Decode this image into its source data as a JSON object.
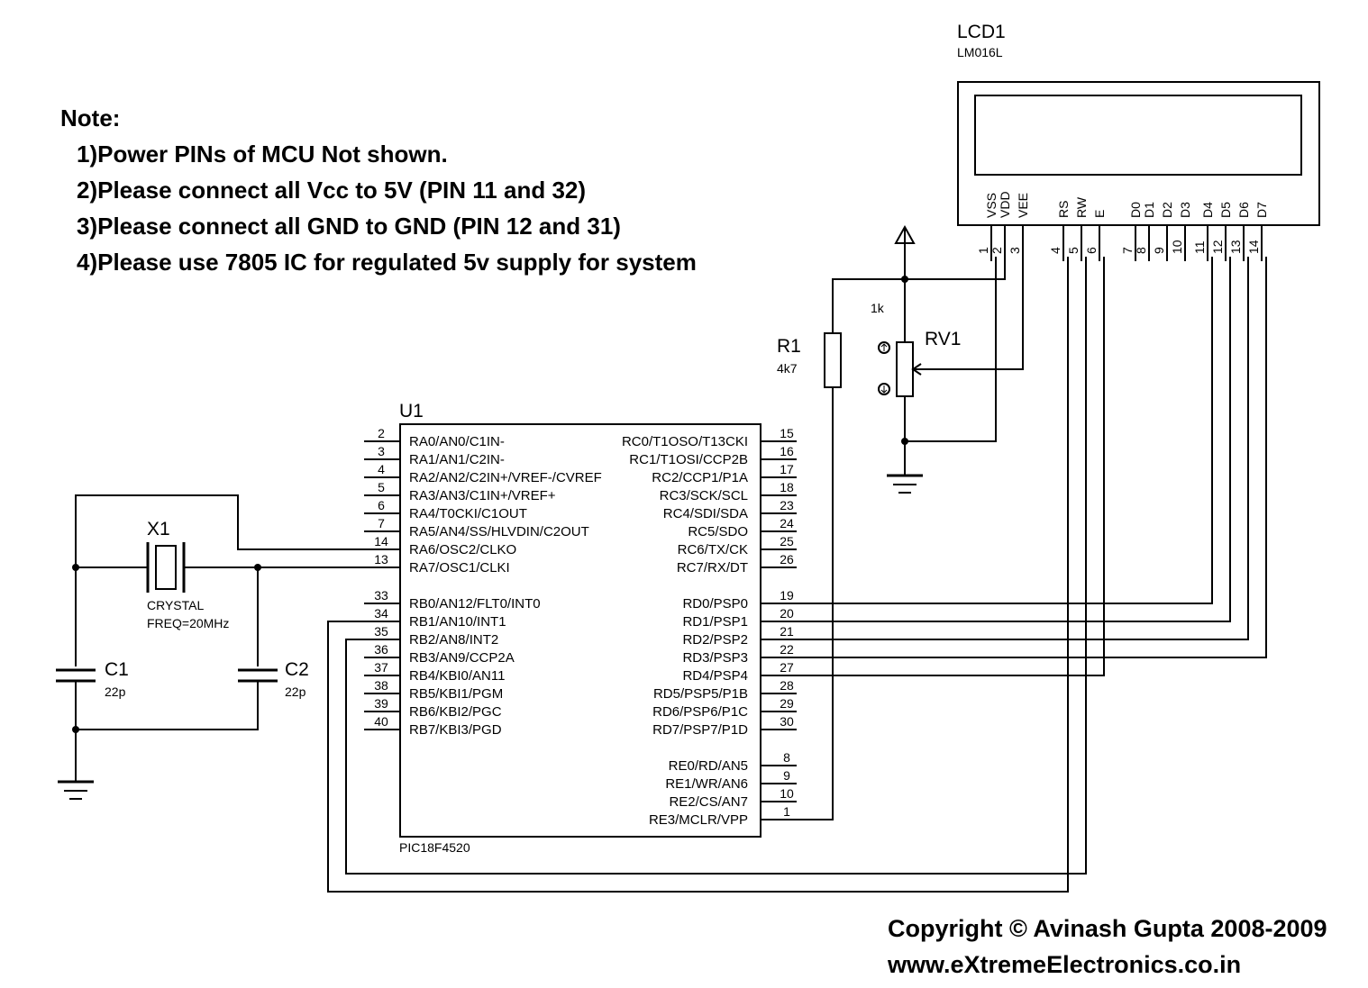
{
  "notes": {
    "heading": "Note:",
    "lines": [
      "1)Power PINs of MCU Not shown.",
      "2)Please connect all Vcc to 5V (PIN 11 and 32)",
      "3)Please connect all GND to GND (PIN 12 and 31)",
      "4)Please use 7805 IC for regulated 5v supply for system"
    ]
  },
  "copyright": {
    "line1": "Copyright © Avinash Gupta 2008-2009",
    "line2": "www.eXtremeElectronics.co.in"
  },
  "lcd": {
    "ref": "LCD1",
    "part": "LM016L",
    "pins": [
      {
        "name": "VSS",
        "num": "1"
      },
      {
        "name": "VDD",
        "num": "2"
      },
      {
        "name": "VEE",
        "num": "3"
      },
      {
        "name": "RS",
        "num": "4"
      },
      {
        "name": "RW",
        "num": "5"
      },
      {
        "name": "E",
        "num": "6"
      },
      {
        "name": "D0",
        "num": "7"
      },
      {
        "name": "D1",
        "num": "8"
      },
      {
        "name": "D2",
        "num": "9"
      },
      {
        "name": "D3",
        "num": "10"
      },
      {
        "name": "D4",
        "num": "11"
      },
      {
        "name": "D5",
        "num": "12"
      },
      {
        "name": "D6",
        "num": "13"
      },
      {
        "name": "D7",
        "num": "14"
      }
    ]
  },
  "mcu": {
    "ref": "U1",
    "part": "PIC18F4520",
    "left_pins": [
      {
        "num": "2",
        "name": "RA0/AN0/C1IN-"
      },
      {
        "num": "3",
        "name": "RA1/AN1/C2IN-"
      },
      {
        "num": "4",
        "name": "RA2/AN2/C2IN+/VREF-/CVREF"
      },
      {
        "num": "5",
        "name": "RA3/AN3/C1IN+/VREF+"
      },
      {
        "num": "6",
        "name": "RA4/T0CKI/C1OUT"
      },
      {
        "num": "7",
        "name": "RA5/AN4/SS/HLVDIN/C2OUT"
      },
      {
        "num": "14",
        "name": "RA6/OSC2/CLKO"
      },
      {
        "num": "13",
        "name": "RA7/OSC1/CLKI"
      },
      {
        "num": "33",
        "name": "RB0/AN12/FLT0/INT0"
      },
      {
        "num": "34",
        "name": "RB1/AN10/INT1"
      },
      {
        "num": "35",
        "name": "RB2/AN8/INT2"
      },
      {
        "num": "36",
        "name": "RB3/AN9/CCP2A"
      },
      {
        "num": "37",
        "name": "RB4/KBI0/AN11"
      },
      {
        "num": "38",
        "name": "RB5/KBI1/PGM"
      },
      {
        "num": "39",
        "name": "RB6/KBI2/PGC"
      },
      {
        "num": "40",
        "name": "RB7/KBI3/PGD"
      }
    ],
    "right_pins": [
      {
        "num": "15",
        "name": "RC0/T1OSO/T13CKI"
      },
      {
        "num": "16",
        "name": "RC1/T1OSI/CCP2B"
      },
      {
        "num": "17",
        "name": "RC2/CCP1/P1A"
      },
      {
        "num": "18",
        "name": "RC3/SCK/SCL"
      },
      {
        "num": "23",
        "name": "RC4/SDI/SDA"
      },
      {
        "num": "24",
        "name": "RC5/SDO"
      },
      {
        "num": "25",
        "name": "RC6/TX/CK"
      },
      {
        "num": "26",
        "name": "RC7/RX/DT"
      },
      {
        "num": "19",
        "name": "RD0/PSP0"
      },
      {
        "num": "20",
        "name": "RD1/PSP1"
      },
      {
        "num": "21",
        "name": "RD2/PSP2"
      },
      {
        "num": "22",
        "name": "RD3/PSP3"
      },
      {
        "num": "27",
        "name": "RD4/PSP4"
      },
      {
        "num": "28",
        "name": "RD5/PSP5/P1B"
      },
      {
        "num": "29",
        "name": "RD6/PSP6/P1C"
      },
      {
        "num": "30",
        "name": "RD7/PSP7/P1D"
      },
      {
        "num": "8",
        "name": "RE0/RD/AN5"
      },
      {
        "num": "9",
        "name": "RE1/WR/AN6"
      },
      {
        "num": "10",
        "name": "RE2/CS/AN7"
      },
      {
        "num": "1",
        "name": "RE3/MCLR/VPP"
      }
    ]
  },
  "components": {
    "r1": {
      "ref": "R1",
      "value": "4k7"
    },
    "rv1": {
      "ref": "RV1",
      "value": "1k"
    },
    "x1": {
      "ref": "X1",
      "type": "CRYSTAL",
      "freq": "FREQ=20MHz"
    },
    "c1": {
      "ref": "C1",
      "value": "22p"
    },
    "c2": {
      "ref": "C2",
      "value": "22p"
    }
  }
}
